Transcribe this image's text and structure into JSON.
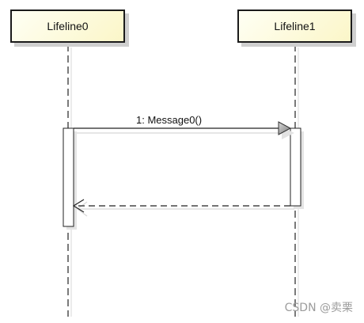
{
  "lifelines": [
    {
      "name": "Lifeline0"
    },
    {
      "name": "Lifeline1"
    }
  ],
  "messages": [
    {
      "label": "1: Message0()",
      "from": "Lifeline0",
      "to": "Lifeline1",
      "kind": "synchronous-call"
    },
    {
      "label": "",
      "from": "Lifeline1",
      "to": "Lifeline0",
      "kind": "return"
    }
  ],
  "watermark": "CSDN @卖栗",
  "colors": {
    "lifeline_fill": "#fcf8d0",
    "border": "#1b1b1b",
    "arrowhead": "#8c8c8c",
    "watermark": "#9c9c9c"
  }
}
